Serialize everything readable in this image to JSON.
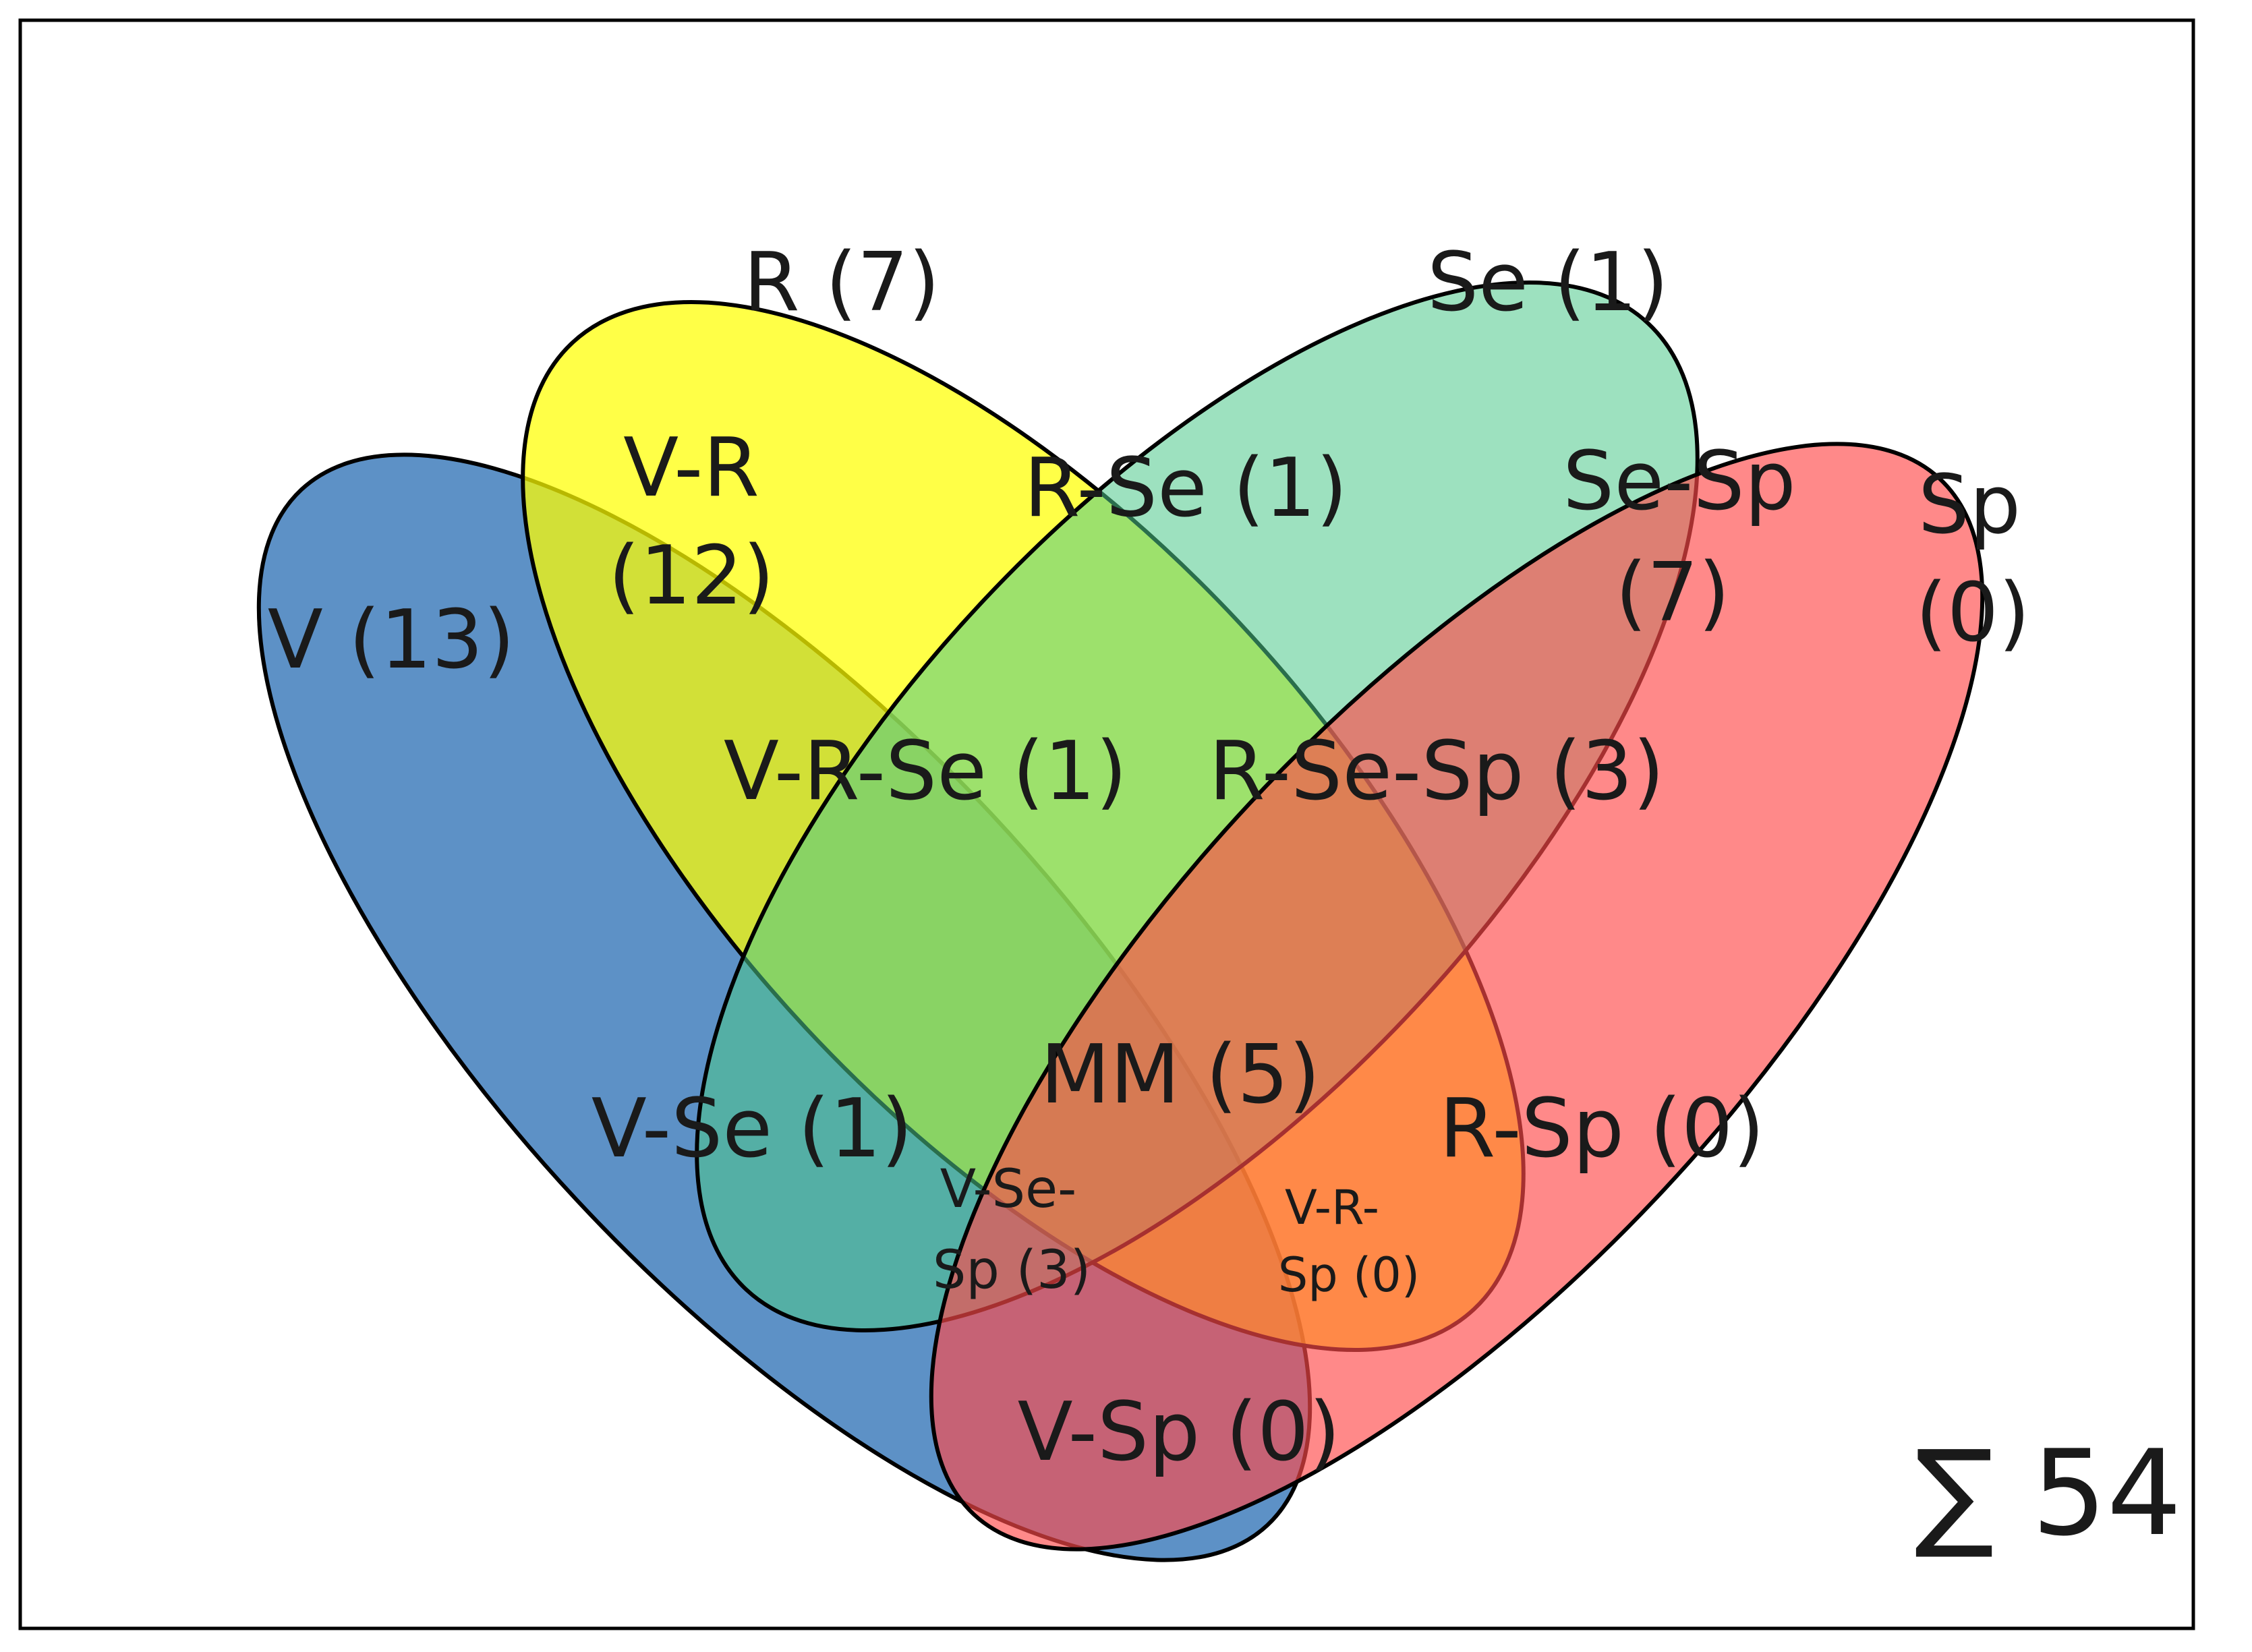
{
  "sets": [
    {
      "key": "V",
      "color": "#1f67b0"
    },
    {
      "key": "R",
      "color": "#ffff00"
    },
    {
      "key": "Se",
      "color": "#4dc98a"
    },
    {
      "key": "Sp",
      "color": "#ff4a4a"
    }
  ],
  "regions": {
    "V": {
      "name": "V",
      "count": 13
    },
    "R": {
      "name": "R",
      "count": 7
    },
    "Se": {
      "name": "Se",
      "count": 1
    },
    "Sp": {
      "name": "Sp",
      "count": 0
    },
    "V_R": {
      "name": "V-R",
      "count": 12
    },
    "R_Se": {
      "name": "R-Se",
      "count": 1
    },
    "Se_Sp": {
      "name": "Se-Sp",
      "count": 7
    },
    "V_R_Se": {
      "name": "V-R-Se",
      "count": 1
    },
    "R_Se_Sp": {
      "name": "R-Se-Sp",
      "count": 3
    },
    "V_Se": {
      "name": "V-Se",
      "count": 1
    },
    "MM": {
      "name": "MM",
      "count": 5
    },
    "R_Sp": {
      "name": "R-Sp",
      "count": 0
    },
    "V_Se_Sp": {
      "name": "V-Se-Sp",
      "count": 3
    },
    "V_R_Sp": {
      "name": "V-R-Sp",
      "count": 0
    },
    "V_Sp": {
      "name": "V-Sp",
      "count": 0
    }
  },
  "labels": {
    "V": "V (13)",
    "R": "R (7)",
    "Se": "Se (1)",
    "Sp_1": "Sp",
    "Sp_2": "(0)",
    "V_R_1": "V-R",
    "V_R_2": "(12)",
    "R_Se": "R-Se (1)",
    "Se_Sp_1": "Se-Sp",
    "Se_Sp_2": "(7)",
    "V_R_Se": "V-R-Se (1)",
    "R_Se_Sp": "R-Se-Sp (3)",
    "V_Se": "V-Se (1)",
    "MM": "MM (5)",
    "R_Sp": "R-Sp (0)",
    "V_Se_Sp_1": "V-Se-",
    "V_Se_Sp_2": "Sp (3)",
    "V_R_Sp_1": "V-R-",
    "V_R_Sp_2": "Sp (0)",
    "V_Sp": "V-Sp (0)"
  },
  "total": {
    "symbol": "∑",
    "value": "54",
    "text": "∑ 54"
  }
}
